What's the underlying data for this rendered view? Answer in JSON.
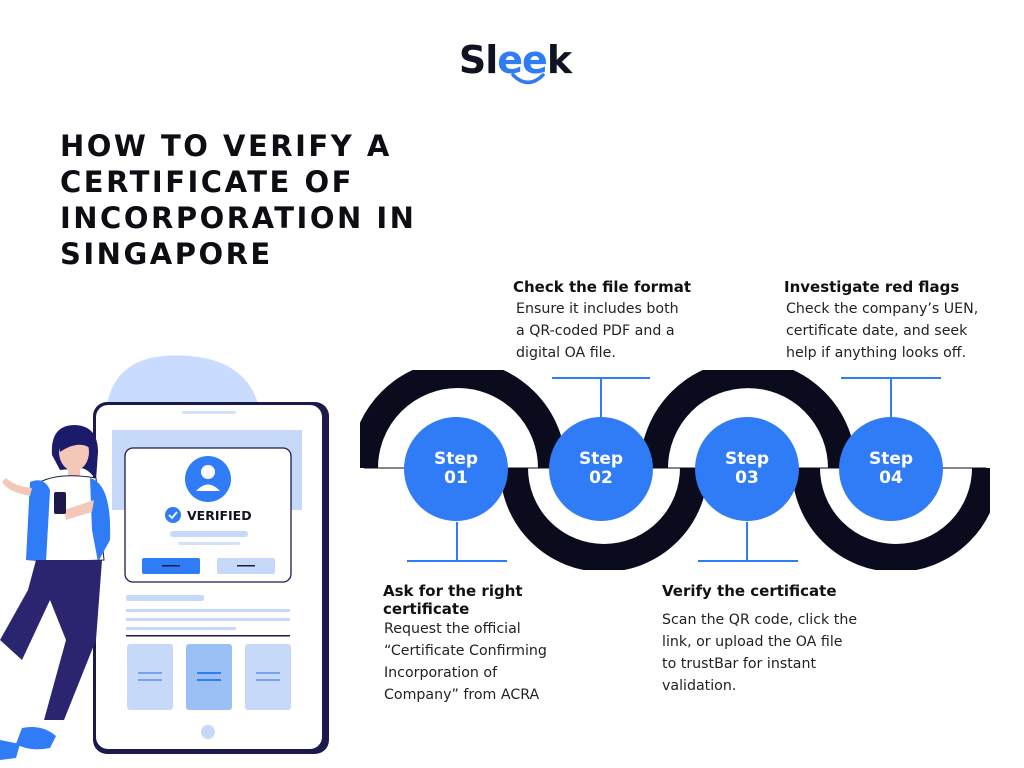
{
  "brand": {
    "logo_prefix": "Sl",
    "logo_eyes": "ee",
    "logo_suffix": "k",
    "primary_color": "#2f7cf6",
    "dark_color": "#0b0b1e"
  },
  "title_lines": [
    "HOW TO VERIFY A",
    "CERTIFICATE OF",
    "INCORPORATION IN",
    "SINGAPORE"
  ],
  "phone": {
    "badge": "VERIFIED"
  },
  "steps": [
    {
      "label": "Step",
      "number": "01",
      "heading": "Ask for the right\ncertificate",
      "description": "Request the official\n“Certificate Confirming\nIncorporation of\nCompany” from ACRA"
    },
    {
      "label": "Step",
      "number": "02",
      "heading": "Check the file format",
      "description": "Ensure it includes both\na QR-coded PDF and a\ndigital OA file."
    },
    {
      "label": "Step",
      "number": "03",
      "heading": "Verify the certificate",
      "description": "Scan the QR code, click the\nlink, or upload the OA file\nto trustBar for instant\nvalidation."
    },
    {
      "label": "Step",
      "number": "04",
      "heading": "Investigate red flags",
      "description": "Check the company’s UEN,\ncertificate date, and seek\nhelp if anything looks off."
    }
  ]
}
